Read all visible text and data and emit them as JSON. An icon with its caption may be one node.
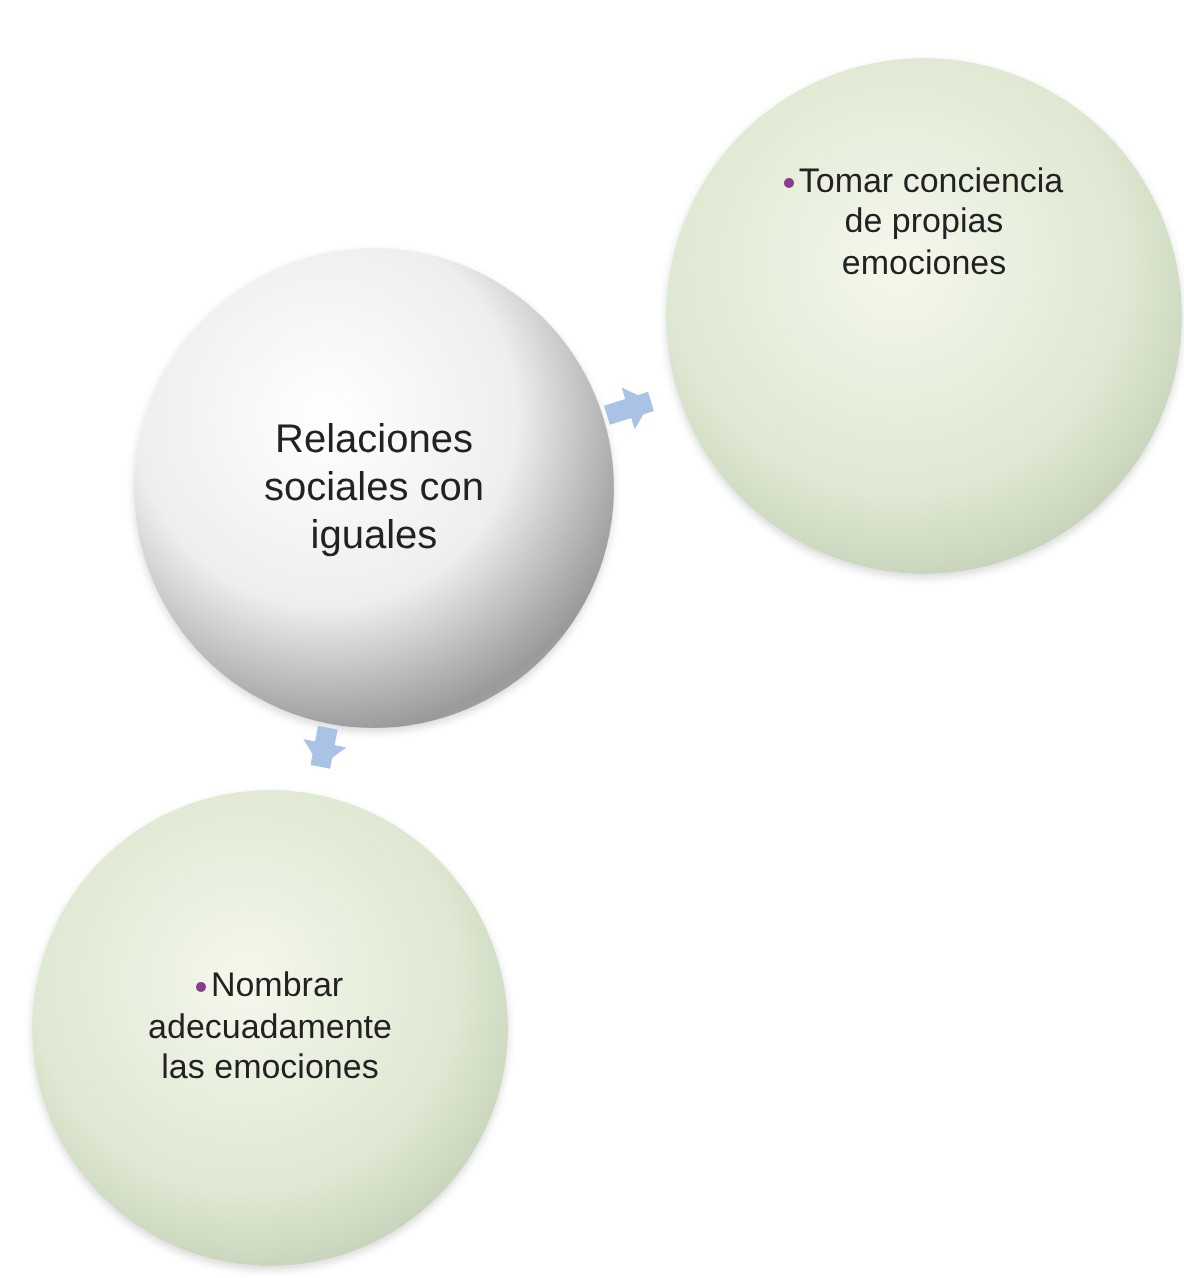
{
  "diagram": {
    "nodes": [
      {
        "text": [
          "Relaciones sociales con iguales"
        ]
      },
      {
        "text": [
          "Tomar conciencia de propias emociones"
        ]
      },
      {
        "text": [
          "Nombrar adecuadamente las emociones"
        ]
      }
    ],
    "edges": [
      {
        "from": 0,
        "to": 1,
        "arrow": "to"
      },
      {
        "from": 0,
        "to": 2,
        "arrow": "to"
      }
    ]
  }
}
